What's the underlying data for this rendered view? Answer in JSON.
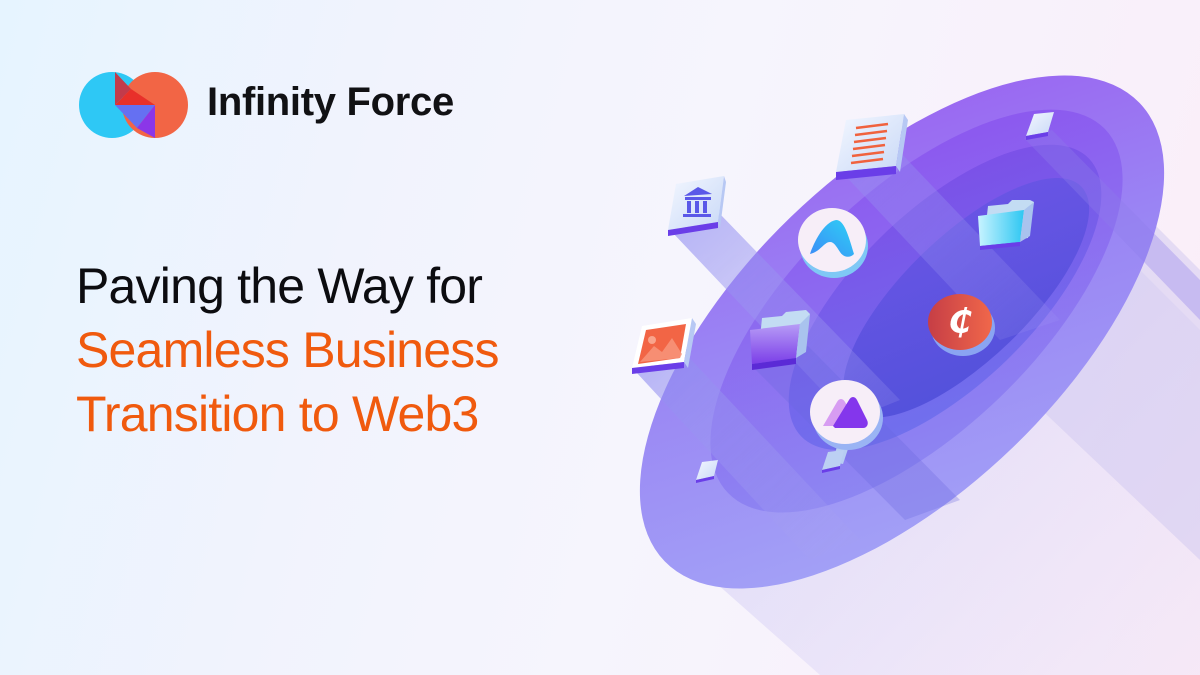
{
  "brand": {
    "name": "Infinity Force",
    "logo_colors": {
      "left_circle": "#2EC8F5",
      "right_circle": "#F26545",
      "wedge_top": "#C23B4B",
      "wedge_red": "#E8302A",
      "wedge_blue": "#6570F2",
      "wedge_purple": "#8B36E8"
    }
  },
  "headline": {
    "line1": "Paving the Way for",
    "line2": "Seamless Business",
    "line3": "Transition to Web3",
    "line1_color": "#0C0C10",
    "accent_color": "#F05A0E"
  },
  "illustration": {
    "icons": [
      "bank-icon",
      "document-icon",
      "app-logo-a-icon",
      "folder-cyan-icon",
      "image-icon",
      "folder-purple-icon",
      "crypto-coin-icon",
      "mountain-logo-icon",
      "gem-icon"
    ],
    "coin_symbol": "₵",
    "platform_colors": [
      "#A9A6F7",
      "#8E6CF2",
      "#5B4FE0"
    ]
  }
}
